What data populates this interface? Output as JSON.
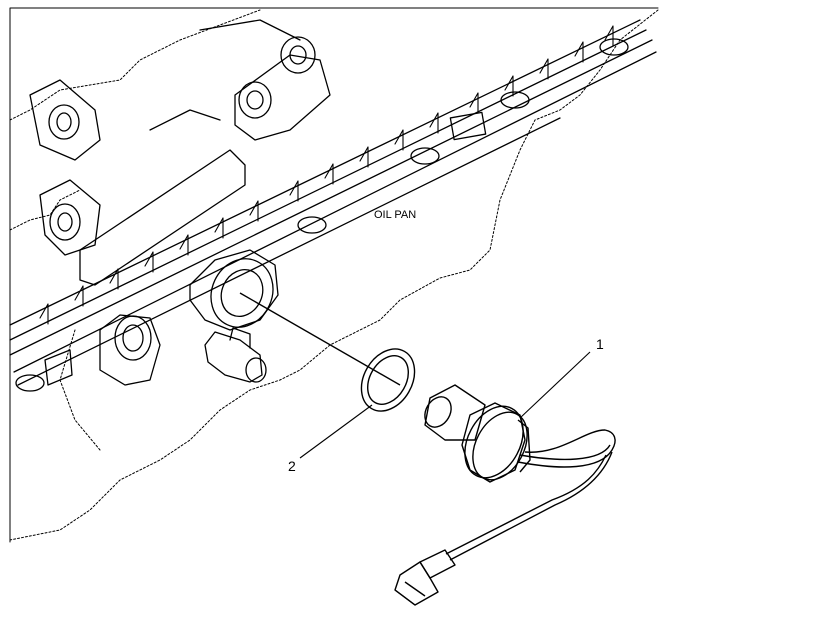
{
  "labels": {
    "oil_pan": "OIL PAN",
    "callout_1": "1",
    "callout_2": "2"
  },
  "colors": {
    "line": "#000000",
    "background": "#ffffff"
  }
}
